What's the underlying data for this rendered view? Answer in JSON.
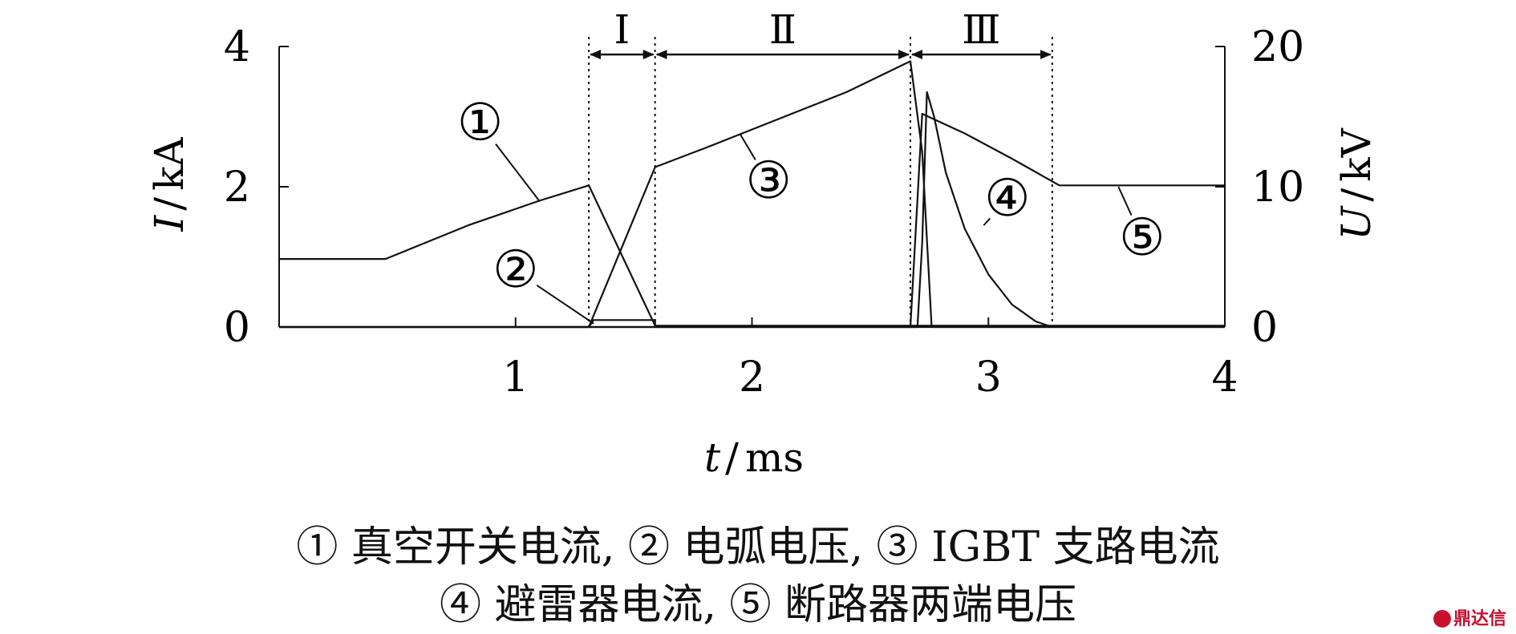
{
  "chart_data": {
    "type": "line",
    "xlabel_var": "t",
    "xlabel_unit": "ms",
    "ylabel_left_var": "I",
    "ylabel_left_unit": "kA",
    "ylabel_right_var": "U",
    "ylabel_right_unit": "kV",
    "xlim": [
      0,
      4
    ],
    "ylim_left": [
      0,
      4
    ],
    "ylim_right": [
      0,
      20
    ],
    "x_ticks": [
      1,
      2,
      3,
      4
    ],
    "y_ticks_left": [
      0,
      2,
      4
    ],
    "y_ticks_right": [
      0,
      10,
      20
    ],
    "grid": false,
    "intervals": [
      {
        "label": "Ⅰ",
        "x": [
          1.31,
          1.59
        ]
      },
      {
        "label": "Ⅱ",
        "x": [
          1.59,
          2.67
        ]
      },
      {
        "label": "Ⅲ",
        "x": [
          2.67,
          3.27
        ]
      }
    ],
    "series": [
      {
        "marker": "①",
        "axis": "left",
        "points": [
          [
            0,
            0.97
          ],
          [
            0.45,
            0.97
          ],
          [
            0.8,
            1.45
          ],
          [
            1.1,
            1.8
          ],
          [
            1.31,
            2.02
          ],
          [
            1.59,
            0.02
          ],
          [
            4,
            0.02
          ]
        ]
      },
      {
        "marker": "②",
        "axis": "right",
        "points": [
          [
            0,
            0
          ],
          [
            1.31,
            0
          ],
          [
            1.33,
            0.5
          ],
          [
            1.59,
            0.5
          ],
          [
            1.59,
            0
          ],
          [
            4,
            0
          ]
        ]
      },
      {
        "marker": "③",
        "axis": "left",
        "points": [
          [
            0,
            0
          ],
          [
            1.31,
            0
          ],
          [
            1.59,
            2.28
          ],
          [
            1.8,
            2.55
          ],
          [
            2.1,
            2.95
          ],
          [
            2.4,
            3.35
          ],
          [
            2.67,
            3.79
          ],
          [
            2.72,
            2.5
          ],
          [
            2.76,
            0
          ],
          [
            4,
            0
          ]
        ]
      },
      {
        "marker": "④",
        "axis": "left",
        "points": [
          [
            0,
            0
          ],
          [
            2.7,
            0
          ],
          [
            2.72,
            1.2
          ],
          [
            2.74,
            3.35
          ],
          [
            2.77,
            3.0
          ],
          [
            2.82,
            2.2
          ],
          [
            2.9,
            1.4
          ],
          [
            3.0,
            0.75
          ],
          [
            3.1,
            0.32
          ],
          [
            3.2,
            0.08
          ],
          [
            3.27,
            0
          ]
        ]
      },
      {
        "marker": "⑤",
        "axis": "right",
        "points": [
          [
            0,
            0
          ],
          [
            2.67,
            0
          ],
          [
            2.72,
            15.2
          ],
          [
            2.9,
            13.8
          ],
          [
            3.1,
            12.0
          ],
          [
            3.3,
            10.1
          ],
          [
            4,
            10.1
          ]
        ]
      }
    ],
    "series_labels": [
      {
        "marker": "①",
        "at": [
          0.85,
          2.9
        ],
        "pointer": [
          1.1,
          1.8
        ]
      },
      {
        "marker": "②",
        "at": [
          1.0,
          0.8
        ],
        "pointer": [
          1.33,
          0.05
        ]
      },
      {
        "marker": "③",
        "at": [
          2.07,
          2.07
        ],
        "pointer": [
          1.95,
          2.75
        ]
      },
      {
        "marker": "④",
        "at": [
          3.08,
          1.82
        ],
        "pointer": [
          2.98,
          1.45
        ]
      },
      {
        "marker": "⑤",
        "at": [
          3.65,
          1.26
        ],
        "pointer": [
          3.55,
          2.0
        ]
      }
    ]
  },
  "caption": {
    "line1": "① 真空开关电流, ② 电弧电压, ③ IGBT 支路电流",
    "line2": "④ 避雷器电流, ⑤ 断路器两端电压"
  },
  "watermark": "鼎达信"
}
